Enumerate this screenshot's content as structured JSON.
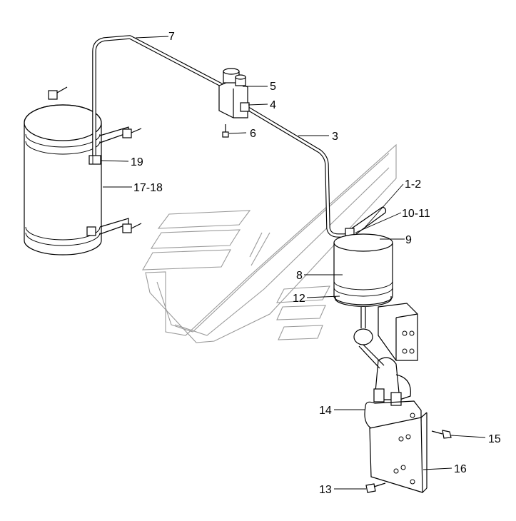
{
  "labels": {
    "l7": "7",
    "l5": "5",
    "l4": "4",
    "l6": "6",
    "l3": "3",
    "l19": "19",
    "l17_18": "17-18",
    "l1_2": "1-2",
    "l10_11": "10-11",
    "l9": "9",
    "l8": "8",
    "l12": "12",
    "l14": "14",
    "l15": "15",
    "l16": "16",
    "l13": "13"
  }
}
